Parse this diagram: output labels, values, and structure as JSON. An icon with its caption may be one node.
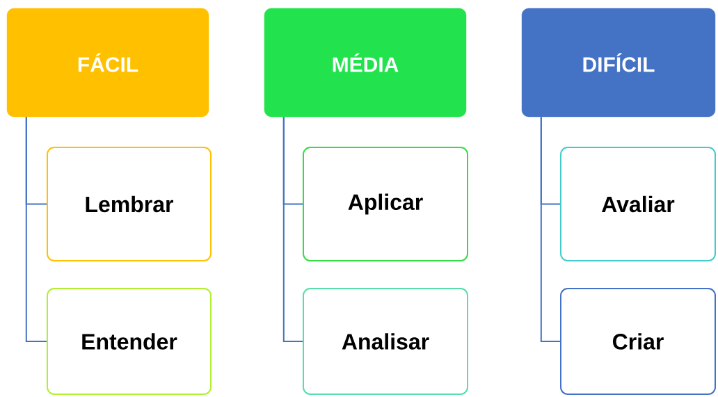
{
  "diagram": {
    "nodes": [
      {
        "text": [
          "FÁCIL"
        ]
      },
      {
        "text": [
          "MÉDIA"
        ]
      },
      {
        "text": [
          "DIFÍCIL"
        ]
      },
      {
        "text": [
          "Lembrar"
        ]
      },
      {
        "text": [
          "Aplicar"
        ]
      },
      {
        "text": [
          "Avaliar"
        ]
      },
      {
        "text": [
          "Entender"
        ]
      },
      {
        "text": [
          "Analisar"
        ]
      },
      {
        "text": [
          "Criar"
        ]
      }
    ],
    "edges": [
      {
        "from": 0,
        "to": 3,
        "arrow": "none"
      },
      {
        "from": 0,
        "to": 6,
        "arrow": "none"
      },
      {
        "from": 1,
        "to": 4,
        "arrow": "none"
      },
      {
        "from": 1,
        "to": 7,
        "arrow": "none"
      },
      {
        "from": 2,
        "to": 5,
        "arrow": "none"
      },
      {
        "from": 2,
        "to": 8,
        "arrow": "none"
      }
    ]
  }
}
